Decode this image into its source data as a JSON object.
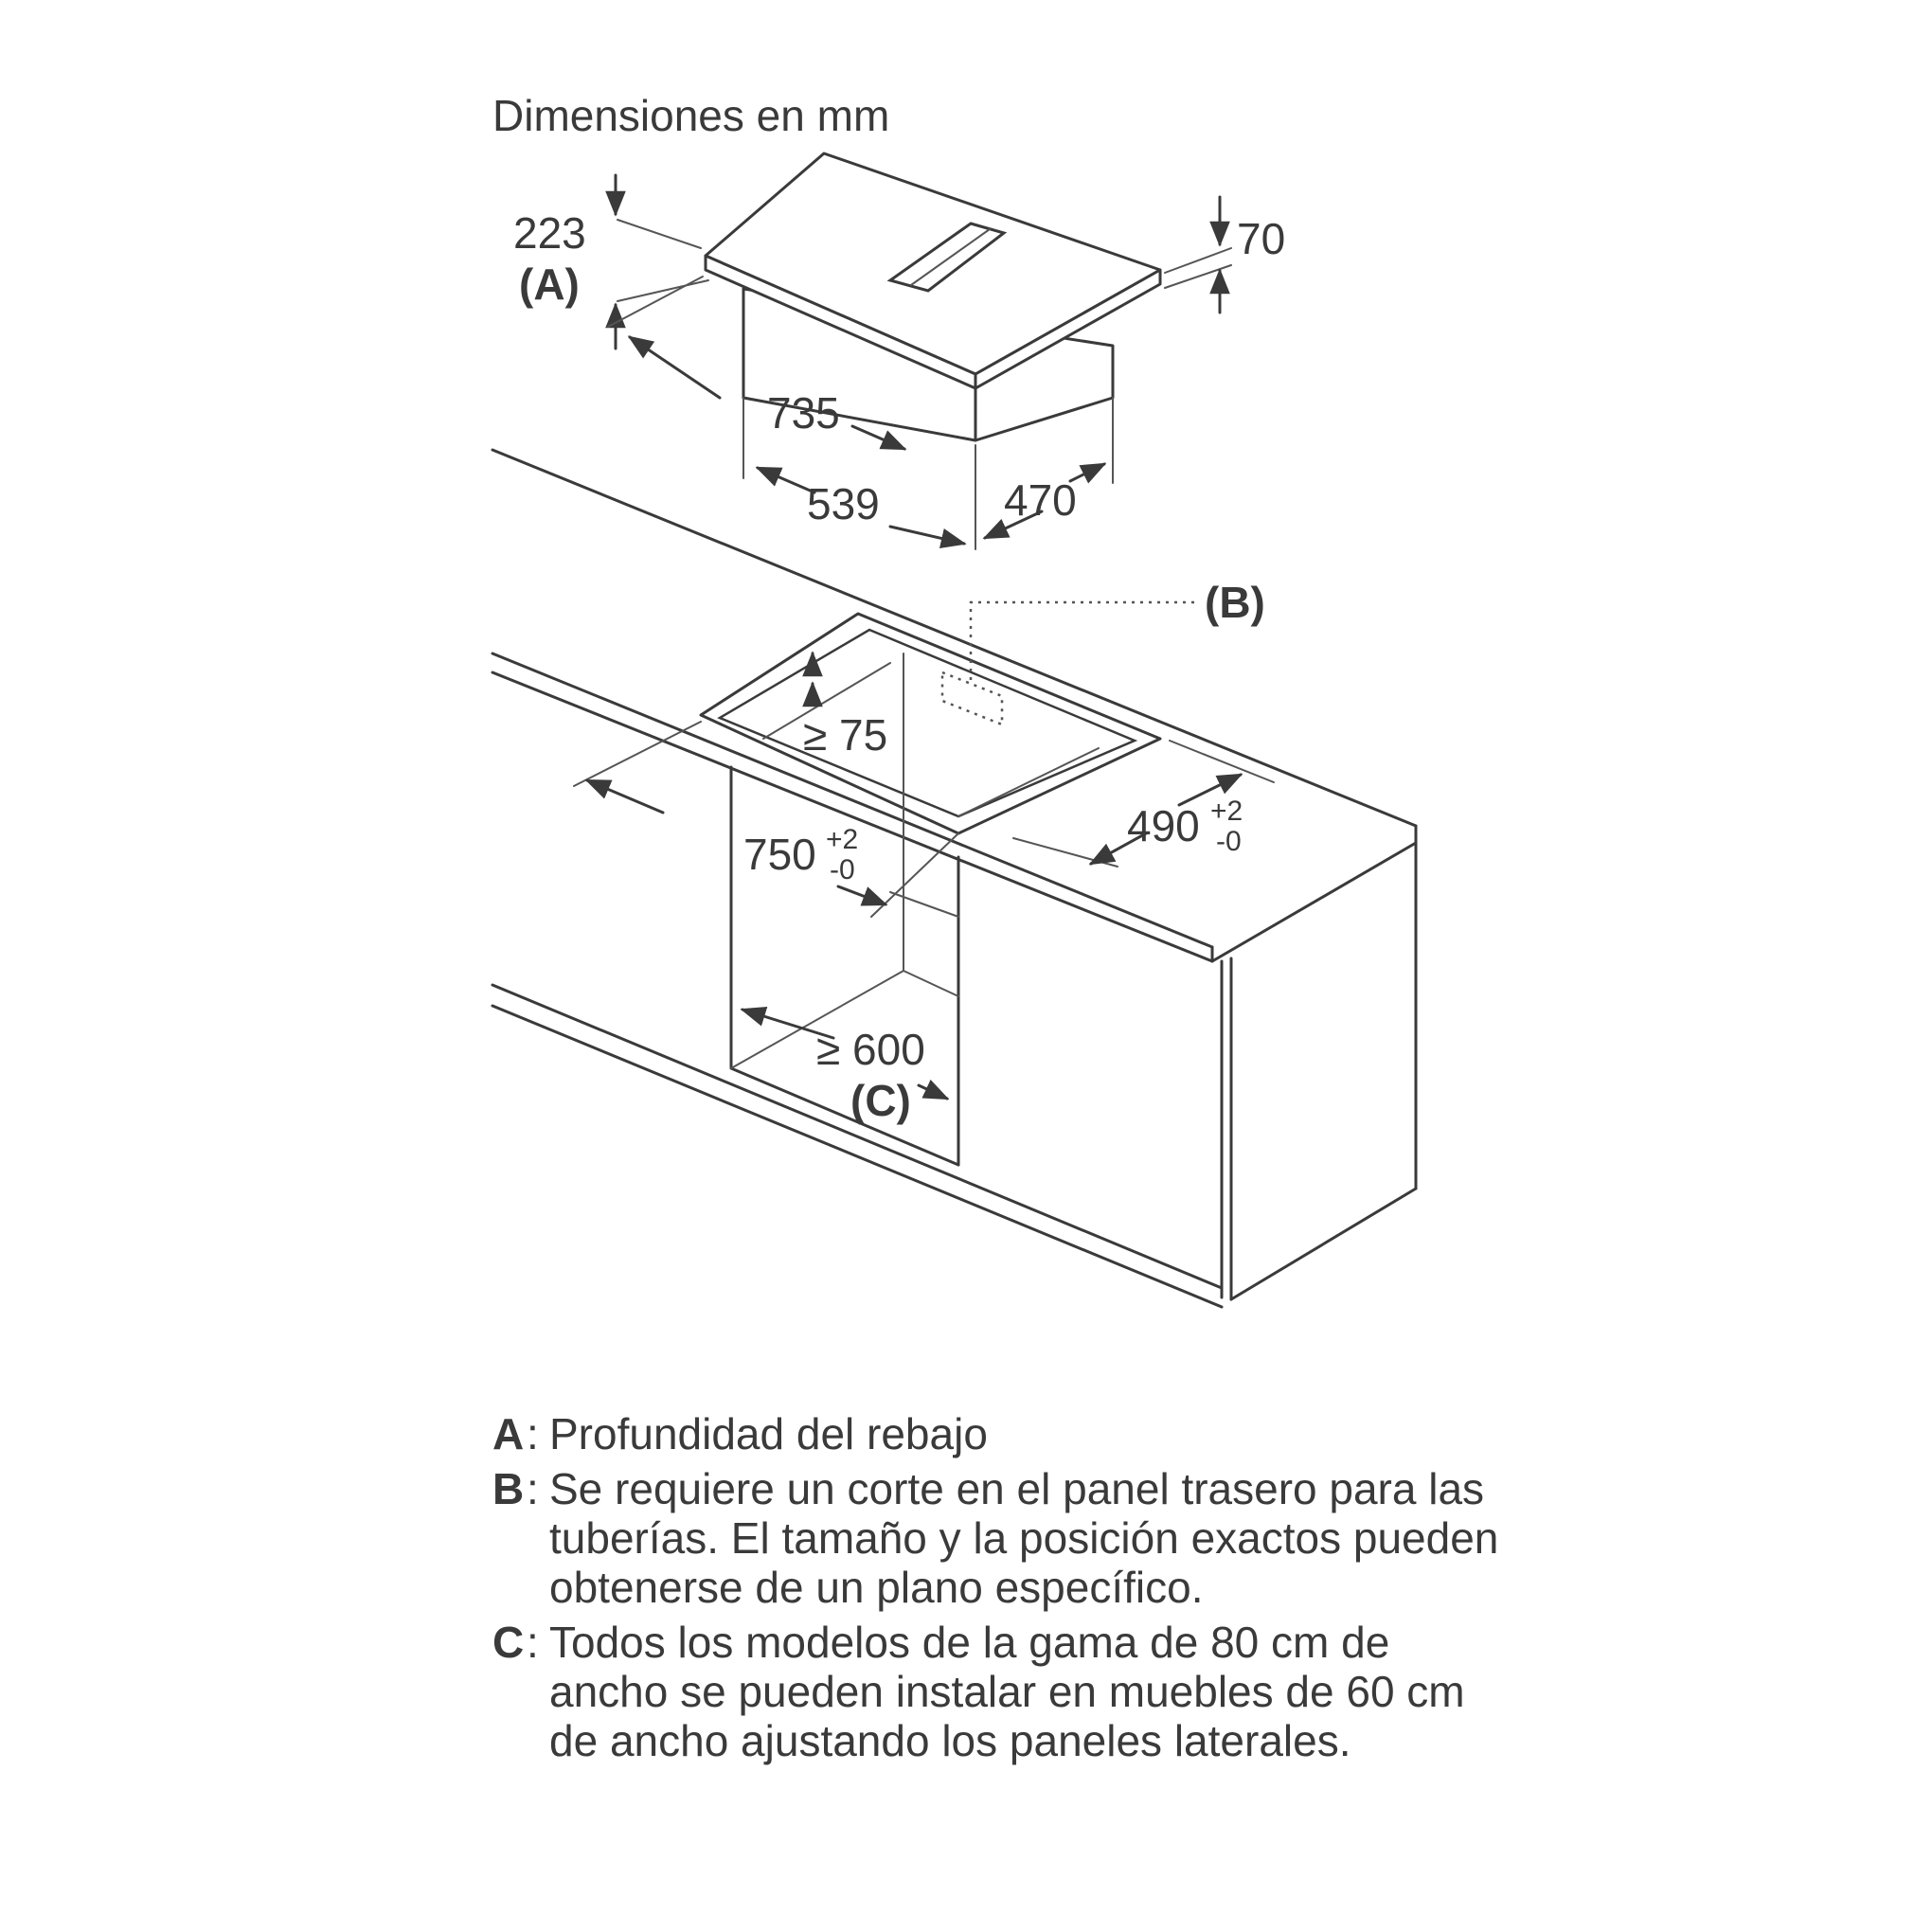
{
  "title": "Dimensiones en mm",
  "hob": {
    "depth_label": "223",
    "recess_marker": "(A)",
    "height_label": "70",
    "length_label": "735",
    "base_width_label": "539",
    "base_depth_label": "470"
  },
  "cabinet": {
    "backpanel_marker": "(B)",
    "min_depth_label": "≥ 75",
    "cutout_width_label": "750",
    "cutout_width_tol_plus": "+2",
    "cutout_width_tol_minus": "-0",
    "cutout_depth_label": "490",
    "cutout_depth_tol_plus": "+2",
    "cutout_depth_tol_minus": "-0",
    "cabinet_width_label": "≥ 600",
    "cabinet_marker": "(C)"
  },
  "legend": [
    {
      "key": "A",
      "text": "Profundidad del rebajo"
    },
    {
      "key": "B",
      "text": "Se requiere un corte en el panel trasero para las tuberías. El tamaño y la posición exactos pueden obtenerse de un plano específico."
    },
    {
      "key": "C",
      "text": "Todos los modelos de la gama de 80 cm de ancho se pueden instalar en muebles de 60 cm de ancho ajustando los paneles laterales."
    }
  ]
}
